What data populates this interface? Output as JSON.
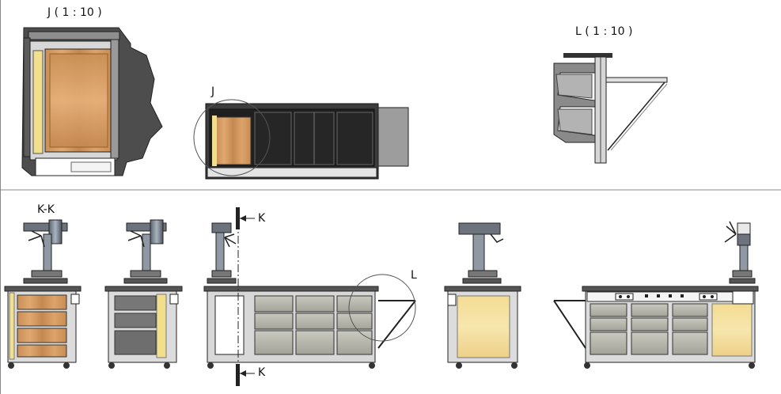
{
  "labels": {
    "detail_j_title": "J ( 1 : 10 )",
    "detail_l_title": "L ( 1 : 10 )",
    "callout_j": "J",
    "section_kk": "K-K",
    "cut_k_top": "K",
    "cut_k_bottom": "K",
    "callout_l": "L"
  }
}
